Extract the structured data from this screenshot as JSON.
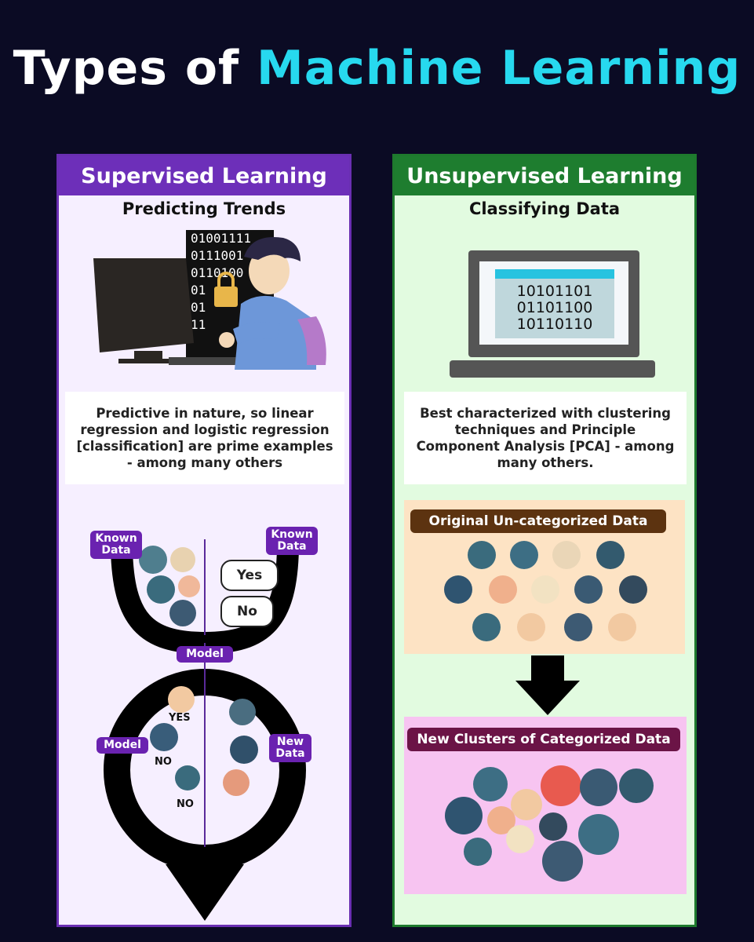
{
  "title": {
    "prefix": "Types of ",
    "highlight": "Machine Learning"
  },
  "supervised": {
    "header": "Supervised Learning",
    "subtitle": "Predicting Trends",
    "binary_lines": [
      "01001111",
      "0111001",
      "0110100",
      "01",
      "01",
      "11"
    ],
    "description": "Predictive in nature, so linear regression and logistic regression [classification] are prime examples - among many others",
    "diagram": {
      "known_data_left": "Known Data",
      "known_data_right": "Known Data",
      "yes_bubble": "Yes",
      "no_bubble": "No",
      "model_top": "Model",
      "model_left": "Model",
      "new_data": "New Data",
      "result_yes": "YES",
      "result_no_1": "NO",
      "result_no_2": "NO"
    }
  },
  "unsupervised": {
    "header": "Unsupervised Learning",
    "subtitle": "Classifying Data",
    "binary_lines": [
      "10101101",
      "01101100",
      "10110110"
    ],
    "description": "Best characterized with clustering techniques and Principle Component Analysis [PCA] - among many others.",
    "original_label": "Original Un-categorized Data",
    "clusters_label": "New Clusters of Categorized Data"
  },
  "colors": {
    "background": "#0b0b24",
    "accent": "#27d9ef",
    "supervised": "#6d2fb9",
    "unsupervised": "#1e7d2f"
  }
}
